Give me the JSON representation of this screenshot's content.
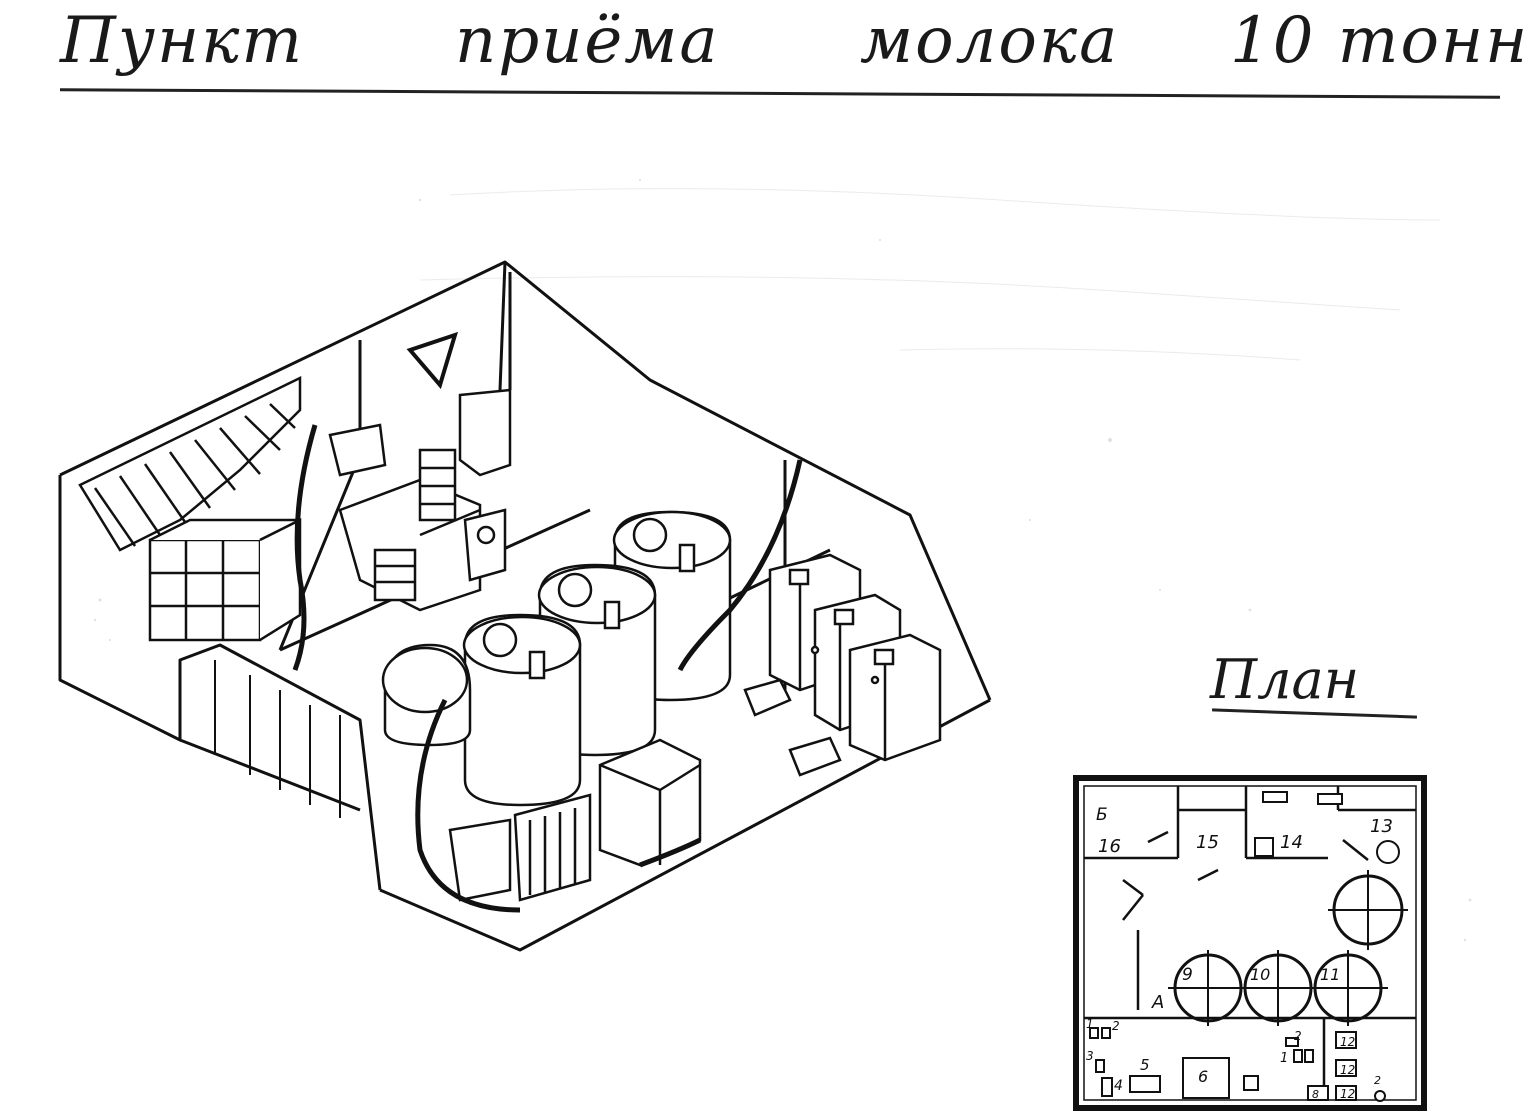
{
  "title": {
    "words": [
      "Пункт",
      "приёма",
      "молока",
      "10 тонн"
    ]
  },
  "plan": {
    "label": "План",
    "rooms": {
      "room_16": "16",
      "room_15": "15",
      "room_14": "14",
      "room_13": "13"
    },
    "tanks": {
      "tank_9": "9",
      "tank_10": "10",
      "tank_11": "11"
    },
    "equipment": {
      "item_1": "1",
      "item_2": "2",
      "item_3": "3",
      "item_4": "4",
      "item_5": "5",
      "item_6": "6",
      "item_8": "8",
      "item_12a": "12",
      "item_12b": "12",
      "item_12c": "12",
      "item_1b": "1",
      "item_2b": "2",
      "item_2c": "2",
      "door_b": "Б",
      "entry_a": "А"
    }
  },
  "colors": {
    "ink": "#111111",
    "paper": "#ffffff"
  }
}
